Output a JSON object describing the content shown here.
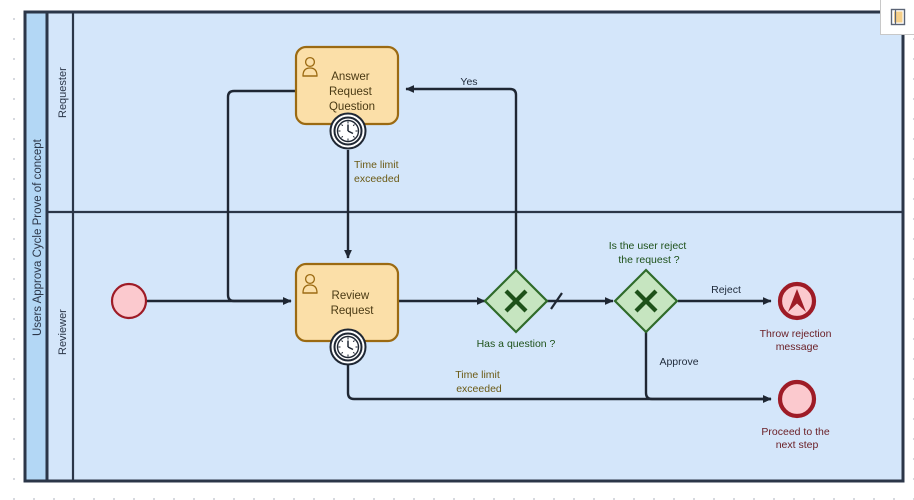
{
  "canvas": {
    "background": "#ffffff",
    "grid_dot_color": "#c9ccd4"
  },
  "corner_panel": {
    "icon_name": "book-open-icon"
  },
  "pool": {
    "title": "Users Approva Cycle Prove of concept",
    "header_fill": "#b3d7f5",
    "body_fill": "#d4e6fa",
    "border": "#2b3648",
    "lanes": [
      {
        "id": "requester",
        "label": "Requester"
      },
      {
        "id": "reviewer",
        "label": "Reviewer"
      }
    ]
  },
  "palette": {
    "task_fill": "#fbdfa8",
    "task_border": "#9b6a12",
    "task_text": "#4a3a14",
    "gateway_fill": "#c6e5c0",
    "gateway_border": "#2f6b2a",
    "gateway_marker": "#1d5119",
    "gateway_label_text": "#1d5119",
    "event_fill": "#fbc9ce",
    "event_border": "#9e1b26",
    "event_label_text": "#6b2027",
    "flow_line": "#1f2733",
    "flow_label_text": "#1f2a3a",
    "timer_label_text": "#6b5a14"
  },
  "nodes": {
    "start_event": {
      "name": "start-event",
      "type": "start",
      "label": ""
    },
    "answer_request_question": {
      "name": "task-answer-request-question",
      "type": "user-task",
      "label": "Answer Request Question",
      "label_lines": [
        "Answer",
        "Request",
        "Question"
      ],
      "icon": "user-task-icon",
      "boundary_event": "timer-boundary-event"
    },
    "review_request": {
      "name": "task-review-request",
      "type": "user-task",
      "label": "Review Request",
      "label_lines": [
        "Review",
        "Request"
      ],
      "icon": "user-task-icon",
      "boundary_event": "timer-boundary-event"
    },
    "gateway_has_question": {
      "name": "gateway-has-question",
      "type": "exclusive-gateway",
      "label": "Has a question ?",
      "marker": "X"
    },
    "gateway_user_reject": {
      "name": "gateway-is-user-reject",
      "type": "exclusive-gateway",
      "label_lines": [
        "Is the user reject",
        "the request ?"
      ],
      "label": "Is the user reject the request ?",
      "marker": "X"
    },
    "end_throw_rejection": {
      "name": "end-event-throw-rejection-message",
      "type": "escalation-end-event",
      "label_lines": [
        "Throw rejection",
        "message"
      ],
      "label": "Throw rejection message"
    },
    "end_proceed_next": {
      "name": "end-event-proceed-next-step",
      "type": "end-event",
      "label_lines": [
        "Proceed to the",
        "next step"
      ],
      "label": "Proceed to the next step"
    }
  },
  "flow_labels": {
    "yes": "Yes",
    "reject": "Reject",
    "approve": "Approve",
    "timer_top_lines": [
      "Time limit",
      "exceeded"
    ],
    "timer_top": "Time limit exceeded",
    "timer_bottom_lines": [
      "Time limit",
      "exceeded"
    ],
    "timer_bottom": "Time limit exceeded"
  }
}
